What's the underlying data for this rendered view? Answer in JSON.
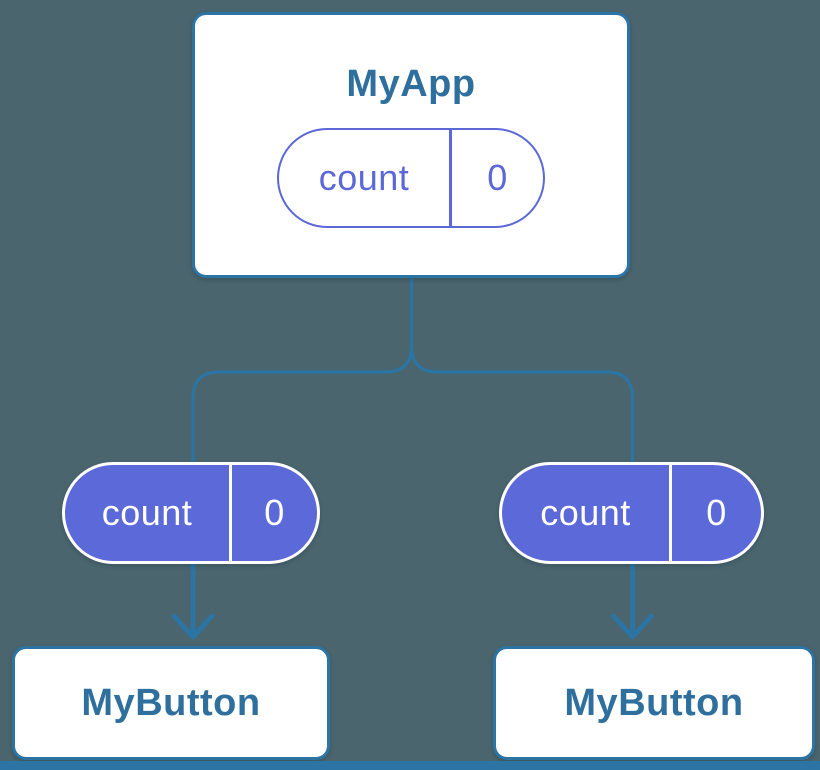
{
  "colors": {
    "background": "#4a656e",
    "connector_blue": "#2b74a4",
    "node_border": "#2b74a4",
    "node_title_text": "#2e6f9e",
    "node_fill": "#ffffff",
    "pill_fill": "#5c69d8",
    "pill_outline": "#5c67d8",
    "pill_text_on_fill": "#ffffff"
  },
  "diagram": {
    "root_node": {
      "title": "MyApp",
      "state": {
        "name": "count",
        "value": "0"
      }
    },
    "left_branch": {
      "prop_pill": {
        "name": "count",
        "value": "0"
      },
      "child_node": {
        "title": "MyButton"
      }
    },
    "right_branch": {
      "prop_pill": {
        "name": "count",
        "value": "0"
      },
      "child_node": {
        "title": "MyButton"
      }
    }
  }
}
